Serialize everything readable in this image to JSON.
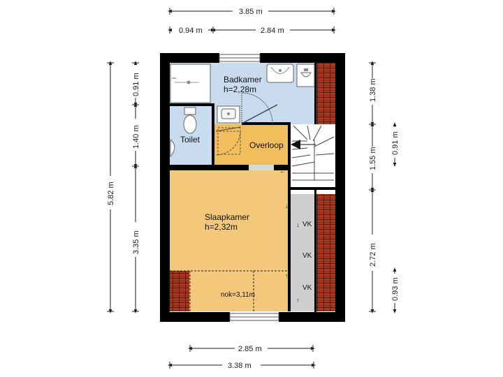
{
  "colors": {
    "wall": "#000000",
    "bathroom": "#c9dcef",
    "bedroom": "#f4c87a",
    "landing": "#f2bd5c",
    "storage": "#cfcfcf",
    "roof_tile": "#9a2c17",
    "stairs": "#ffffff"
  },
  "dimensions": {
    "top_total": "3.85 m",
    "top_left": "0.94 m",
    "top_right": "2.84 m",
    "left_total": "5.82 m",
    "left_top": "0.91 m",
    "left_mid": "1.40 m",
    "left_bottom": "3.35 m",
    "right_top": "1.38 m",
    "right_upper": "1.55 m",
    "right_upper_small": "0.91 m",
    "right_lower": "2.72 m",
    "right_lower_small": "0.93 m",
    "bottom_inner": "2.85 m",
    "bottom_total": "3.38 m"
  },
  "rooms": {
    "bathroom": {
      "name": "Badkamer",
      "height": "h=2,28m"
    },
    "toilet": {
      "name": "Toilet"
    },
    "landing": {
      "name": "Overloop"
    },
    "bedroom": {
      "name": "Slaapkamer",
      "height": "h=2,32m"
    },
    "ridge": "nok=3,11m",
    "storage_labels": [
      "VK",
      "VK",
      "VK"
    ]
  },
  "icons": [
    "shower-icon",
    "sink-icon",
    "washbasin-icon",
    "toilet-icon",
    "hand-basin-icon",
    "door-icon",
    "stairs-arrow-icon",
    "roof-tile-icon"
  ]
}
